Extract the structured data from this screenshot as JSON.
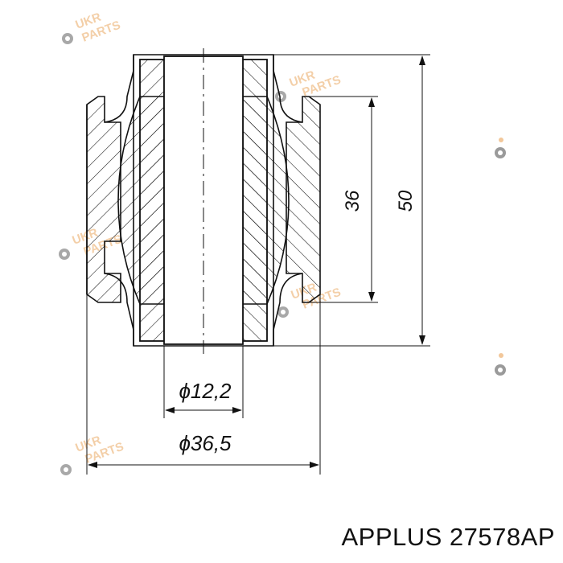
{
  "dimensions": {
    "inner_diameter": "ϕ12,2",
    "outer_diameter": "ϕ36,5",
    "inner_height": "36",
    "outer_height": "50"
  },
  "watermark": {
    "line1": "UKR",
    "line2": "PARTS",
    "color": "#f2c79a",
    "gear_color": "#9a9a9a"
  },
  "caption": "APPLUS 27578AP",
  "colors": {
    "line": "#111111",
    "background": "#ffffff"
  }
}
